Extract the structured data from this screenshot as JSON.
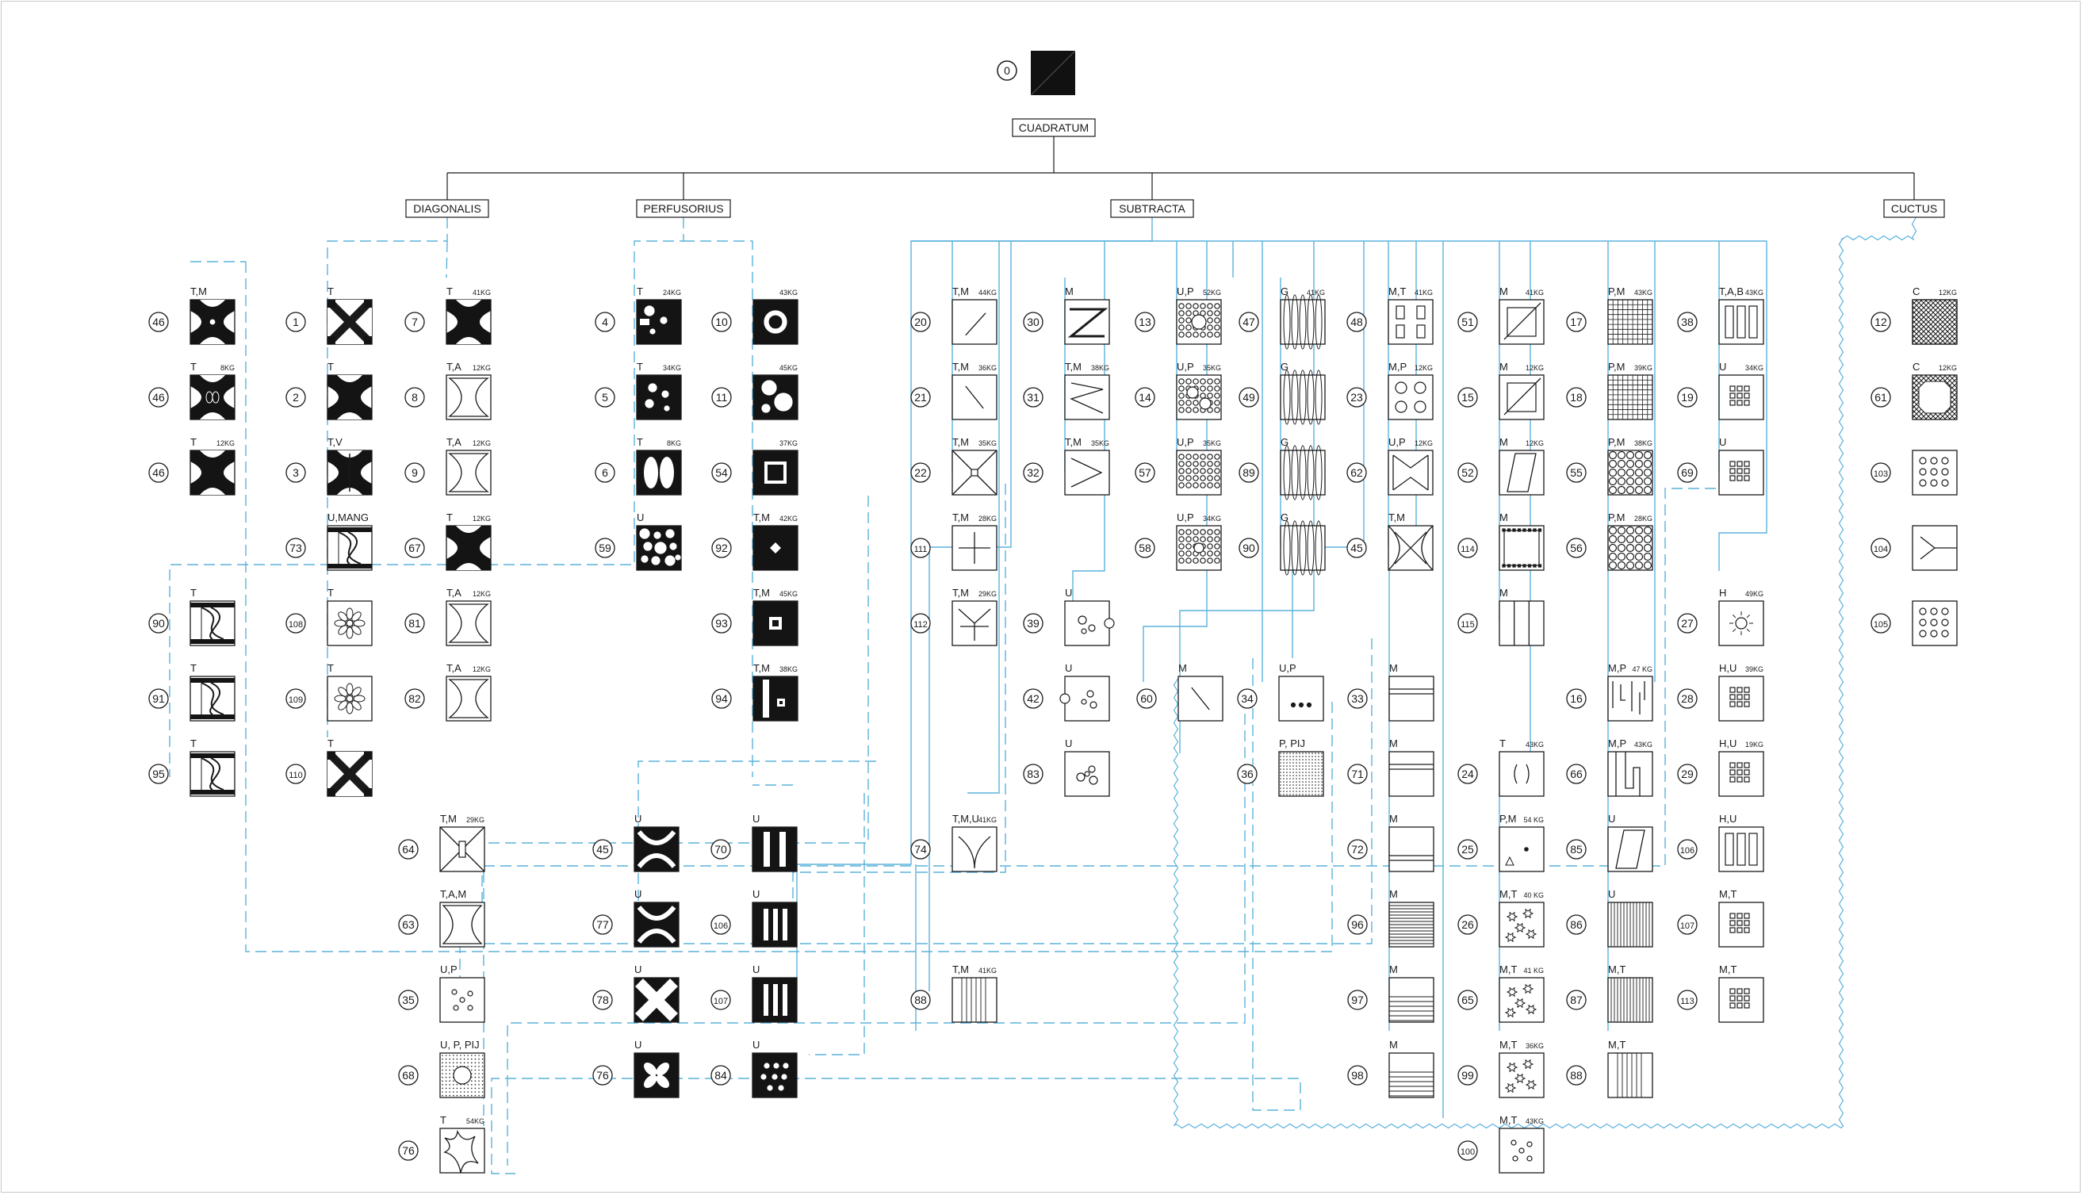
{
  "root": {
    "number": "0",
    "label": "CUADRATUM"
  },
  "categories": [
    {
      "label": "DIAGONALIS"
    },
    {
      "label": "PERFUSORIUS"
    },
    {
      "label": "SUBTRACTA"
    },
    {
      "label": "CUCTUS"
    }
  ],
  "colors": {
    "ink": "#1a1a1a",
    "link": "#5bb2dc",
    "tile_dark": "#141414"
  },
  "tiles": [
    {
      "n": "46",
      "code": "T,M",
      "w": "",
      "glyph": "bone-dots",
      "dark": true
    },
    {
      "n": "46",
      "code": "T",
      "w": "8KG",
      "glyph": "bone-loops",
      "dark": true
    },
    {
      "n": "46",
      "code": "T",
      "w": "12KG",
      "glyph": "bone-notch",
      "dark": true
    },
    {
      "n": "1",
      "code": "T",
      "w": "",
      "glyph": "cross-x",
      "dark": true
    },
    {
      "n": "2",
      "code": "T",
      "w": "",
      "glyph": "bone",
      "dark": true
    },
    {
      "n": "3",
      "code": "T,V",
      "w": "",
      "glyph": "bone-v",
      "dark": true
    },
    {
      "n": "73",
      "code": "U,MANG",
      "w": "",
      "glyph": "twist",
      "dark": true
    },
    {
      "n": "108",
      "code": "T",
      "w": "",
      "glyph": "flower",
      "dark": false
    },
    {
      "n": "109",
      "code": "T",
      "w": "",
      "glyph": "flower",
      "dark": false
    },
    {
      "n": "110",
      "code": "T",
      "w": "",
      "glyph": "cross-x",
      "dark": true
    },
    {
      "n": "7",
      "code": "T",
      "w": "41KG",
      "glyph": "bone",
      "dark": true
    },
    {
      "n": "8",
      "code": "T,A",
      "w": "12KG",
      "glyph": "hourglass",
      "dark": false
    },
    {
      "n": "9",
      "code": "T,A",
      "w": "12KG",
      "glyph": "hourglass",
      "dark": false
    },
    {
      "n": "67",
      "code": "T",
      "w": "12KG",
      "glyph": "bone",
      "dark": true
    },
    {
      "n": "81",
      "code": "T,A",
      "w": "12KG",
      "glyph": "hourglass",
      "dark": false
    },
    {
      "n": "82",
      "code": "T,A",
      "w": "12KG",
      "glyph": "hourglass",
      "dark": false
    },
    {
      "n": "90",
      "code": "T",
      "w": "",
      "glyph": "twist",
      "dark": true
    },
    {
      "n": "91",
      "code": "T",
      "w": "",
      "glyph": "twist",
      "dark": true
    },
    {
      "n": "95",
      "code": "T",
      "w": "",
      "glyph": "twist",
      "dark": true
    },
    {
      "n": "4",
      "code": "T",
      "w": "24KG",
      "glyph": "perf-a",
      "dark": true
    },
    {
      "n": "5",
      "code": "T",
      "w": "34KG",
      "glyph": "perf-b",
      "dark": true
    },
    {
      "n": "6",
      "code": "T",
      "w": "8KG",
      "glyph": "ovals",
      "dark": true
    },
    {
      "n": "59",
      "code": "U",
      "w": "",
      "glyph": "bubbles",
      "dark": true
    },
    {
      "n": "10",
      "code": "",
      "w": "43KG",
      "glyph": "ring",
      "dark": true
    },
    {
      "n": "11",
      "code": "",
      "w": "45KG",
      "glyph": "circles3",
      "dark": true
    },
    {
      "n": "54",
      "code": "",
      "w": "37KG",
      "glyph": "square-hole",
      "dark": true
    },
    {
      "n": "92",
      "code": "T,M",
      "w": "42KG",
      "glyph": "diamond",
      "dark": true
    },
    {
      "n": "93",
      "code": "T,M",
      "w": "45KG",
      "glyph": "square-small",
      "dark": true
    },
    {
      "n": "94",
      "code": "T,M",
      "w": "38KG",
      "glyph": "slot",
      "dark": true
    },
    {
      "n": "20",
      "code": "T,M",
      "w": "44KG",
      "glyph": "slash",
      "dark": false
    },
    {
      "n": "21",
      "code": "T,M",
      "w": "36KG",
      "glyph": "backslash",
      "dark": false
    },
    {
      "n": "22",
      "code": "T,M",
      "w": "35KG",
      "glyph": "x-center",
      "dark": false
    },
    {
      "n": "111",
      "code": "T,M",
      "w": "28KG",
      "glyph": "plus",
      "dark": false
    },
    {
      "n": "112",
      "code": "T,M",
      "w": "29KG",
      "glyph": "y-shape",
      "dark": false
    },
    {
      "n": "30",
      "code": "M",
      "w": "",
      "glyph": "z",
      "dark": false
    },
    {
      "n": "31",
      "code": "T,M",
      "w": "38KG",
      "glyph": "zz",
      "dark": false
    },
    {
      "n": "32",
      "code": "T,M",
      "w": "35KG",
      "glyph": "chevron",
      "dark": false
    },
    {
      "n": "39",
      "code": "U",
      "w": "",
      "glyph": "cheese",
      "dark": false
    },
    {
      "n": "42",
      "code": "U",
      "w": "",
      "glyph": "cheese2",
      "dark": false
    },
    {
      "n": "83",
      "code": "U",
      "w": "",
      "glyph": "circles-in",
      "dark": false
    },
    {
      "n": "13",
      "code": "U,P",
      "w": "52KG",
      "glyph": "grid-holes",
      "dark": false
    },
    {
      "n": "14",
      "code": "U,P",
      "w": "35KG",
      "glyph": "grid-holes2",
      "dark": false
    },
    {
      "n": "57",
      "code": "U,P",
      "w": "35KG",
      "glyph": "grid-circles",
      "dark": false
    },
    {
      "n": "58",
      "code": "U,P",
      "w": "34KG",
      "glyph": "grid-holes3",
      "dark": false
    },
    {
      "n": "47",
      "code": "G",
      "w": "41KG",
      "glyph": "loops",
      "dark": false
    },
    {
      "n": "49",
      "code": "G",
      "w": "",
      "glyph": "loops",
      "dark": false
    },
    {
      "n": "89",
      "code": "G",
      "w": "",
      "glyph": "loops",
      "dark": false
    },
    {
      "n": "90",
      "code": "G",
      "w": "",
      "glyph": "loops",
      "dark": false
    },
    {
      "n": "48",
      "code": "M,T",
      "w": "41KG",
      "glyph": "rects4",
      "dark": false
    },
    {
      "n": "23",
      "code": "M,P",
      "w": "12KG",
      "glyph": "rings4",
      "dark": false
    },
    {
      "n": "62",
      "code": "U,P",
      "w": "12KG",
      "glyph": "hourglass-sq",
      "dark": false
    },
    {
      "n": "45",
      "code": "T,M",
      "w": "",
      "glyph": "x-concave",
      "dark": false
    },
    {
      "n": "51",
      "code": "M",
      "w": "41KG",
      "glyph": "diag-box",
      "dark": false
    },
    {
      "n": "15",
      "code": "M",
      "w": "12KG",
      "glyph": "diag-box",
      "dark": false
    },
    {
      "n": "52",
      "code": "M",
      "w": "12KG",
      "glyph": "parallelogram",
      "dark": false
    },
    {
      "n": "114",
      "code": "M",
      "w": "",
      "glyph": "stamp",
      "dark": false
    },
    {
      "n": "115",
      "code": "M",
      "w": "",
      "glyph": "bars3",
      "dark": false
    },
    {
      "n": "17",
      "code": "P,M",
      "w": "43KG",
      "glyph": "mesh",
      "dark": false
    },
    {
      "n": "18",
      "code": "P,M",
      "w": "39KG",
      "glyph": "mesh",
      "dark": false
    },
    {
      "n": "55",
      "code": "P,M",
      "w": "38KG",
      "glyph": "mesh-circles",
      "dark": false
    },
    {
      "n": "56",
      "code": "P,M",
      "w": "28KG",
      "glyph": "mesh-circles",
      "dark": false
    },
    {
      "n": "38",
      "code": "T,A,B",
      "w": "43KG",
      "glyph": "rects3",
      "dark": false
    },
    {
      "n": "19",
      "code": "U",
      "w": "34KG",
      "glyph": "dots-grid",
      "dark": false
    },
    {
      "n": "69",
      "code": "U",
      "w": "",
      "glyph": "dots-grid",
      "dark": false
    },
    {
      "n": "12",
      "code": "C",
      "w": "12KG",
      "glyph": "hatch",
      "dark": false
    },
    {
      "n": "61",
      "code": "C",
      "w": "12KG",
      "glyph": "hatch-oct",
      "dark": false
    },
    {
      "n": "103",
      "code": "",
      "w": "",
      "glyph": "circles9",
      "dark": false
    },
    {
      "n": "104",
      "code": "",
      "w": "",
      "glyph": "y-branch",
      "dark": false
    },
    {
      "n": "105",
      "code": "",
      "w": "",
      "glyph": "circles9",
      "dark": false
    },
    {
      "n": "60",
      "code": "M",
      "w": "",
      "glyph": "backslash",
      "dark": false
    },
    {
      "n": "34",
      "code": "U,P",
      "w": "",
      "glyph": "dots3",
      "dark": false
    },
    {
      "n": "36",
      "code": "P, PIJ",
      "w": "",
      "glyph": "stipple",
      "dark": false
    },
    {
      "n": "33",
      "code": "M",
      "w": "",
      "glyph": "hlines2",
      "dark": false
    },
    {
      "n": "71",
      "code": "M",
      "w": "",
      "glyph": "hlines2",
      "dark": false
    },
    {
      "n": "72",
      "code": "M",
      "w": "",
      "glyph": "hlines2b",
      "dark": false
    },
    {
      "n": "96",
      "code": "M",
      "w": "",
      "glyph": "hlines-many",
      "dark": false
    },
    {
      "n": "97",
      "code": "M",
      "w": "",
      "glyph": "hlines-some",
      "dark": false
    },
    {
      "n": "98",
      "code": "M",
      "w": "",
      "glyph": "hlines-some",
      "dark": false
    },
    {
      "n": "24",
      "code": "T",
      "w": "43KG",
      "glyph": "parens",
      "dark": false
    },
    {
      "n": "25",
      "code": "P,M",
      "w": "54 KG",
      "glyph": "triangle-dot",
      "dark": false
    },
    {
      "n": "26",
      "code": "M,T",
      "w": "40 KG",
      "glyph": "stars",
      "dark": false
    },
    {
      "n": "65",
      "code": "M,T",
      "w": "41 KG",
      "glyph": "stars",
      "dark": false
    },
    {
      "n": "99",
      "code": "M,T",
      "w": "36KG",
      "glyph": "stars",
      "dark": false
    },
    {
      "n": "100",
      "code": "M,T",
      "w": "43KG",
      "glyph": "dots5",
      "dark": false
    },
    {
      "n": "16",
      "code": "M,P",
      "w": "47 KG",
      "glyph": "comb",
      "dark": false
    },
    {
      "n": "66",
      "code": "M,P",
      "w": "43KG",
      "glyph": "comb2",
      "dark": false
    },
    {
      "n": "85",
      "code": "U",
      "w": "",
      "glyph": "parallelogram",
      "dark": false
    },
    {
      "n": "86",
      "code": "U",
      "w": "",
      "glyph": "vlines-many",
      "dark": false
    },
    {
      "n": "87",
      "code": "M,T",
      "w": "",
      "glyph": "vlines-many",
      "dark": false
    },
    {
      "n": "88",
      "code": "M,T",
      "w": "",
      "glyph": "vlines-some",
      "dark": false
    },
    {
      "n": "27",
      "code": "H",
      "w": "49KG",
      "glyph": "sun",
      "dark": false
    },
    {
      "n": "28",
      "code": "H,U",
      "w": "39KG",
      "glyph": "dots-grid",
      "dark": false
    },
    {
      "n": "29",
      "code": "H,U",
      "w": "19KG",
      "glyph": "dots-grid",
      "dark": false
    },
    {
      "n": "106",
      "code": "H,U",
      "w": "",
      "glyph": "rects3",
      "dark": false
    },
    {
      "n": "107",
      "code": "M,T",
      "w": "",
      "glyph": "dots-grid",
      "dark": false
    },
    {
      "n": "113",
      "code": "M,T",
      "w": "",
      "glyph": "dots-grid",
      "dark": false
    },
    {
      "n": "64",
      "code": "T,M",
      "w": "29KG",
      "glyph": "x-slot",
      "dark": false
    },
    {
      "n": "63",
      "code": "T,A,M",
      "w": "",
      "glyph": "hourglass-solid",
      "dark": false
    },
    {
      "n": "35",
      "code": "U,P",
      "w": "",
      "glyph": "dots5",
      "dark": false
    },
    {
      "n": "68",
      "code": "U, P, PIJ",
      "w": "",
      "glyph": "stipple-circle",
      "dark": false
    },
    {
      "n": "76",
      "code": "T",
      "w": "54KG",
      "glyph": "blob",
      "dark": false
    },
    {
      "n": "45",
      "code": "U",
      "w": "",
      "glyph": "x-curve",
      "dark": true
    },
    {
      "n": "77",
      "code": "U",
      "w": "",
      "glyph": "x-curve",
      "dark": true
    },
    {
      "n": "78",
      "code": "U",
      "w": "",
      "glyph": "x-bold",
      "dark": true
    },
    {
      "n": "76",
      "code": "U",
      "w": "",
      "glyph": "petals",
      "dark": true
    },
    {
      "n": "70",
      "code": "U",
      "w": "",
      "glyph": "slots2",
      "dark": true
    },
    {
      "n": "106",
      "code": "U",
      "w": "",
      "glyph": "slots3",
      "dark": true
    },
    {
      "n": "107",
      "code": "U",
      "w": "",
      "glyph": "slots3",
      "dark": true
    },
    {
      "n": "84",
      "code": "U",
      "w": "",
      "glyph": "dots-dark",
      "dark": true
    },
    {
      "n": "74",
      "code": "T,M,U",
      "w": "41KG",
      "glyph": "y-curve",
      "dark": false
    },
    {
      "n": "88",
      "code": "T,M",
      "w": "41KG",
      "glyph": "vlines-some",
      "dark": false
    }
  ]
}
